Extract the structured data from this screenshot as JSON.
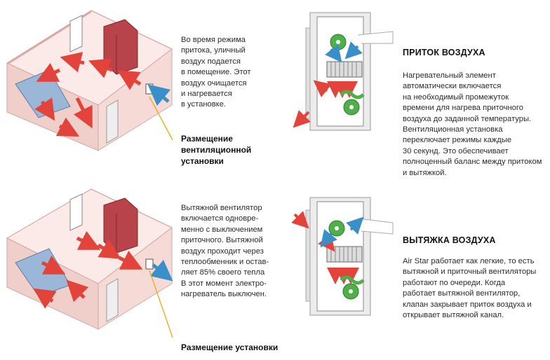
{
  "intake_mode": {
    "description": "Во время режима\nпритока, уличный\nвоздух подается\nв помещение. Этот\nвоздух очищается\nи нагревается\nв установке.",
    "placement_label": "Размещение\nвентиляционной\nустановки",
    "panel_title": "ПРИТОК ВОЗДУХА",
    "panel_text": "Нагревательный элемент\nавтоматически включается\nна необходимый промежуток\nвремени для нагрева приточного\nвоздуха до заданной температуры.\nВентиляционная установка\nпереключает режимы каждые\n30 секунд. Это обеспечивает\nполноценный баланс между притоком\nи вытяжкой."
  },
  "exhaust_mode": {
    "description": "Вытяжной вентилятор\nвключается одновре-\nменно с выключением\nприточного. Вытяжной\nвоздух проходит через\nтеплообменник и остав-\nляет 85% своего тепла\nВ этот момент электро-\nнагреватель выключен.",
    "placement_label": "Размещение установки",
    "panel_title": "ВЫТЯЖКА ВОЗДУХА",
    "panel_text": "Air Star работает как легкие, то есть\nвытяжной и приточный вентиляторы\nработают по очереди. Когда\nработает вытяжной вентилятор,\nклапан закрывает приток воздуха и\nоткрывает вытяжной канал."
  },
  "colors": {
    "wall_pink": "#f2d2cf",
    "floor_light": "#fbe9e7",
    "cabinet_red": "#b9434a",
    "arrow_red": "#e2433a",
    "arrow_blue": "#3b8fc8",
    "fan_green": "#4fb04a",
    "leader_yellow": "#e5b22a",
    "unit_gray": "#d7d9db"
  }
}
